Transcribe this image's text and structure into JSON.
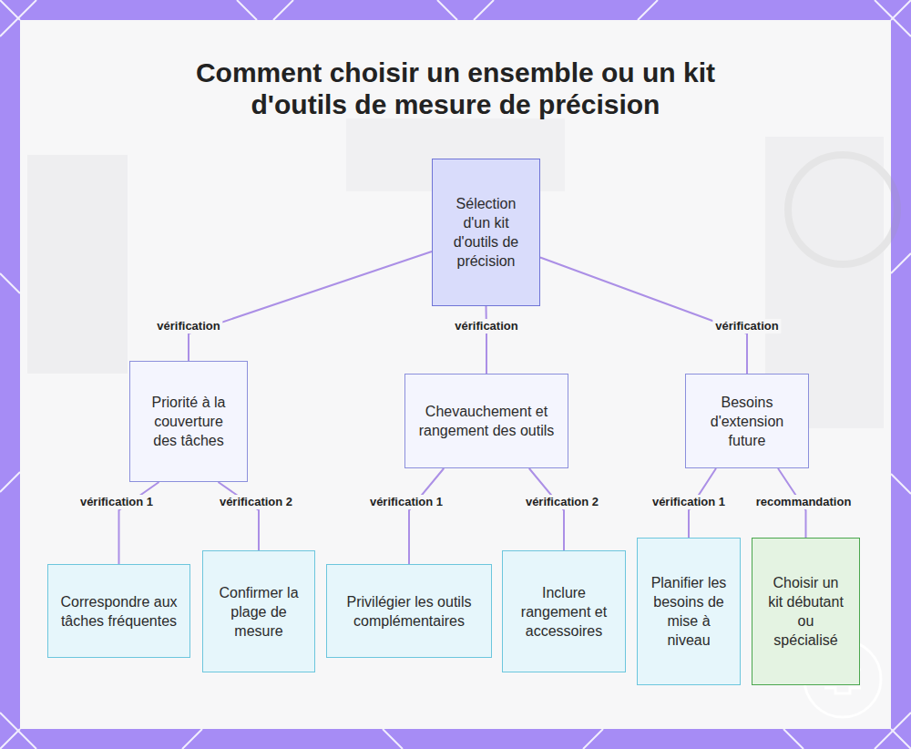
{
  "diagram": {
    "title": "Comment choisir un ensemble ou un kit d'outils de mesure de précision",
    "nodes": [
      {
        "text": [
          "Sélection d'un kit d'outils de précision"
        ]
      },
      {
        "text": [
          "Priorité à la couverture des tâches"
        ]
      },
      {
        "text": [
          "Chevauchement et rangement des outils"
        ]
      },
      {
        "text": [
          "Besoins d'extension future"
        ]
      },
      {
        "text": [
          "Correspondre aux tâches fréquentes"
        ]
      },
      {
        "text": [
          "Confirmer la plage de mesure"
        ]
      },
      {
        "text": [
          "Privilégier les outils complémentaires"
        ]
      },
      {
        "text": [
          "Inclure rangement et accessoires"
        ]
      },
      {
        "text": [
          "Planifier les besoins de mise à niveau"
        ]
      },
      {
        "text": [
          "Choisir un kit débutant ou spécialisé"
        ]
      }
    ],
    "edges": [
      {
        "from": 0,
        "to": 1,
        "arrow": "none",
        "label": "vérification"
      },
      {
        "from": 0,
        "to": 2,
        "arrow": "none",
        "label": "vérification"
      },
      {
        "from": 0,
        "to": 3,
        "arrow": "none",
        "label": "vérification"
      },
      {
        "from": 1,
        "to": 4,
        "arrow": "none",
        "label": "vérification 1"
      },
      {
        "from": 1,
        "to": 5,
        "arrow": "none",
        "label": "vérification 2"
      },
      {
        "from": 2,
        "to": 6,
        "arrow": "none",
        "label": "vérification 1"
      },
      {
        "from": 2,
        "to": 7,
        "arrow": "none",
        "label": "vérification 2"
      },
      {
        "from": 3,
        "to": 8,
        "arrow": "none",
        "label": "vérification 1"
      },
      {
        "from": 3,
        "to": 9,
        "arrow": "none",
        "label": "recommandation"
      }
    ]
  }
}
